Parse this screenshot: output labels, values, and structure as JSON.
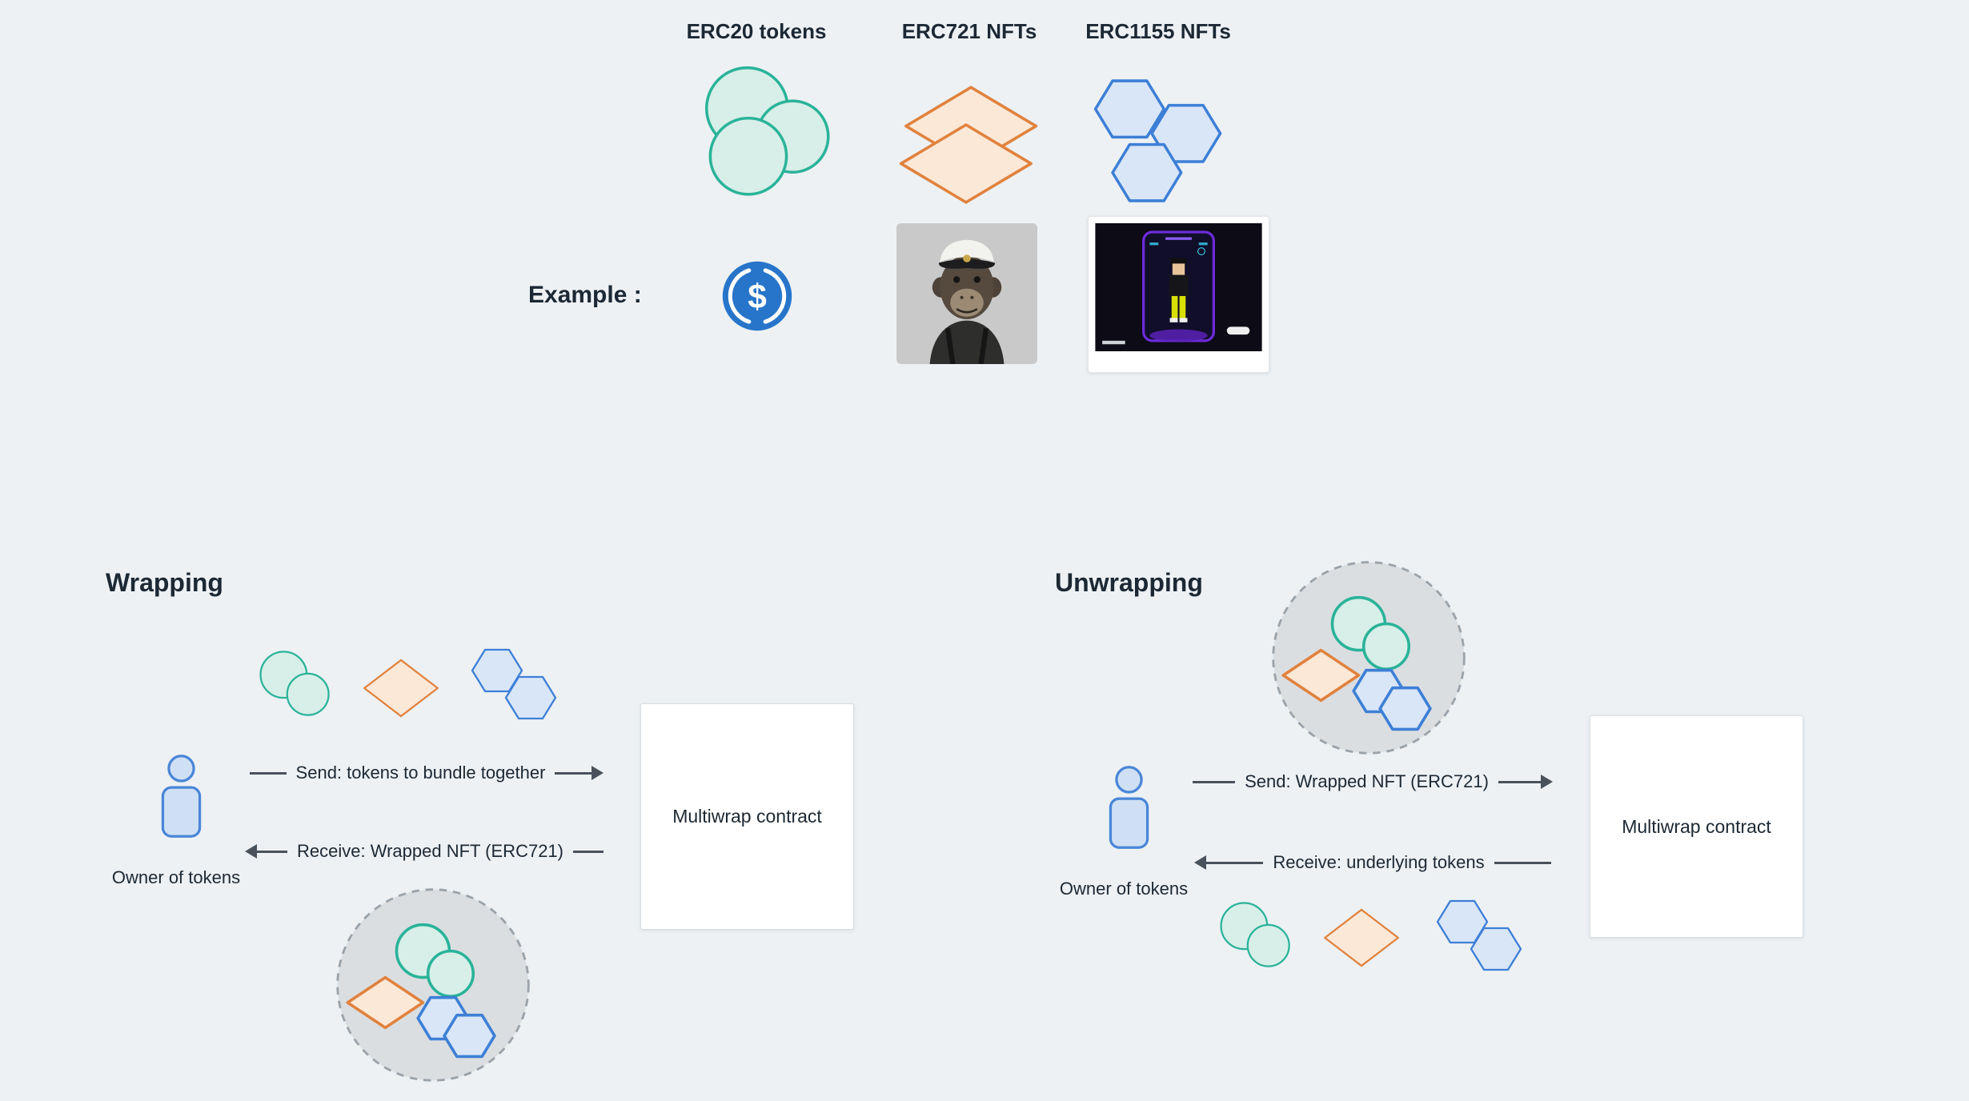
{
  "colors": {
    "bg": "#edf1f4",
    "text": "#1c2833",
    "arrow": "#49525b",
    "erc20_fill": "#d7efe8",
    "erc20_stroke": "#2ab399",
    "erc721_fill": "#fce8d7",
    "erc721_stroke": "#e0823e",
    "erc1155_fill": "#d9e6f8",
    "erc1155_stroke": "#3d7fd6",
    "person_fill": "#cfe0f4",
    "person_stroke": "#4a86d8",
    "bundle_fill": "#dbdee1",
    "bundle_stroke": "#9aa2aa",
    "contract_bg": "#ffffff",
    "contract_border": "#d9dee3",
    "usdc_blue": "#2775ca"
  },
  "tokens": {
    "erc20_label": "ERC20 tokens",
    "erc721_label": "ERC721 NFTs",
    "erc1155_label": "ERC1155 NFTs"
  },
  "example": {
    "label": "Example :"
  },
  "icons": {
    "erc20": "teal-circles-cluster",
    "erc721": "orange-diamonds-cluster",
    "erc1155": "blue-hexagons-cluster",
    "usdc": "usdc-coin",
    "erc721_example": "bored-ape-avatar",
    "erc1155_example": "pixel-character-card",
    "owner": "person-figure",
    "bundle": "dashed-circle-token-bundle"
  },
  "wrapping": {
    "title": "Wrapping",
    "owner_label": "Owner of tokens",
    "send_label": "Send: tokens to bundle together",
    "receive_label": "Receive: Wrapped NFT (ERC721)",
    "contract_label": "Multiwrap contract"
  },
  "unwrapping": {
    "title": "Unwrapping",
    "owner_label": "Owner of tokens",
    "send_label": "Send: Wrapped NFT (ERC721)",
    "receive_label": "Receive: underlying tokens",
    "contract_label": "Multiwrap contract"
  }
}
